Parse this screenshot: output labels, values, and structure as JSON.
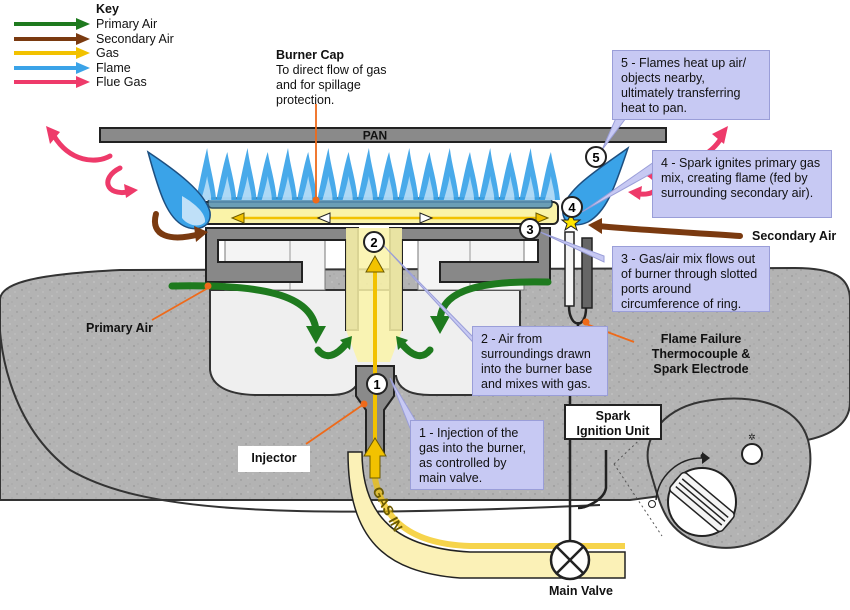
{
  "key": {
    "title": "Key",
    "items": [
      {
        "label": "Primary Air",
        "color": "#1e7a1e"
      },
      {
        "label": "Secondary Air",
        "color": "#7a3a10"
      },
      {
        "label": "Gas",
        "color": "#f2c200"
      },
      {
        "label": "Flame",
        "color": "#3aa3e8"
      },
      {
        "label": "Flue Gas",
        "color": "#ee3a6a"
      }
    ]
  },
  "pan_label": "PAN",
  "gas_in_label": "GAS IN",
  "labels": {
    "burner_cap_title": "Burner Cap",
    "burner_cap_desc": "To direct flow of gas and for spillage protection.",
    "primary_air": "Primary Air",
    "secondary_air": "Secondary Air",
    "injector": "Injector",
    "flame_failure": "Flame Failure Thermocouple & Spark Electrode",
    "spark_ignition": "Spark Ignition Unit",
    "main_valve": "Main Valve"
  },
  "steps": [
    {
      "number": "1",
      "text": "1 - Injection of the gas into the burner, as controlled by main valve."
    },
    {
      "number": "2",
      "text": "2 - Air from surroundings drawn into the burner base and mixes with gas."
    },
    {
      "number": "3",
      "text": "3 - Gas/air mix flows out of burner through slotted ports around circumference of ring."
    },
    {
      "number": "4",
      "text": "4 - Spark ignites primary gas mix, creating flame (fed by surrounding secondary air)."
    },
    {
      "number": "5",
      "text": "5 - Flames heat up air/ objects nearby, ultimately transferring heat to pan."
    }
  ],
  "colors": {
    "primary_air": "#1e7a1e",
    "secondary_air": "#7a3a10",
    "gas": "#f2c200",
    "flame": "#3aa3e8",
    "flue_gas": "#ee3a6a",
    "callout": "#c7c9f3",
    "leader": "#ee6a1a",
    "hob": "#b4b4b4"
  }
}
